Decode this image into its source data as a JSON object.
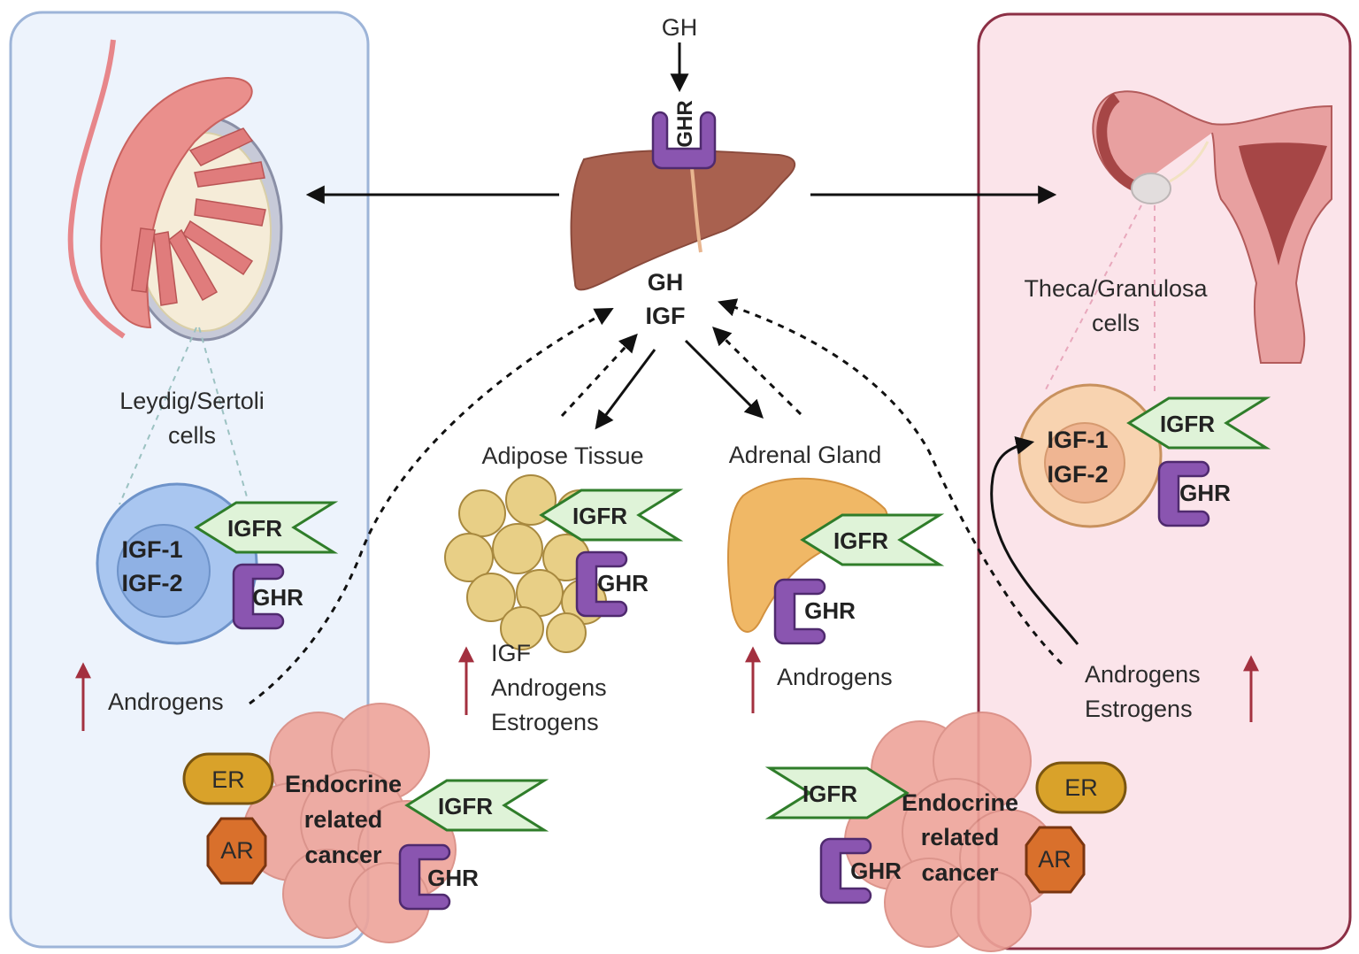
{
  "diagram": {
    "top_input": "GH",
    "liver": {
      "receptor": "GHR",
      "outputs": [
        "GH",
        "IGF"
      ]
    },
    "male_panel": {
      "organ": "testis",
      "cell_label_line1": "Leydig/Sertoli",
      "cell_label_line2": "cells",
      "cell_factors": [
        "IGF-1",
        "IGF-2"
      ],
      "receptors": [
        "IGFR",
        "GHR"
      ],
      "increase_label": "Androgens",
      "colors": {
        "panel_fill": "#edf3fc",
        "panel_border": "#9db4d8",
        "cell": "#a9c6f0",
        "nucleus": "#8fb1e4"
      }
    },
    "female_panel": {
      "organ": "uterus-ovary",
      "cell_label_line1": "Theca/Granulosa",
      "cell_label_line2": "cells",
      "cell_factors": [
        "IGF-1",
        "IGF-2"
      ],
      "receptors": [
        "IGFR",
        "GHR"
      ],
      "increase_labels": [
        "Androgens",
        "Estrogens"
      ],
      "colors": {
        "panel_fill": "#fbe4ea",
        "panel_border": "#8c2f45",
        "cell": "#f8d3b0",
        "nucleus": "#efb592"
      }
    },
    "adipose": {
      "title": "Adipose Tissue",
      "receptors": [
        "IGFR",
        "GHR"
      ],
      "increase_labels": [
        "IGF",
        "Androgens",
        "Estrogens"
      ]
    },
    "adrenal": {
      "title": "Adrenal Gland",
      "receptors": [
        "IGFR",
        "GHR"
      ],
      "increase_labels": [
        "Androgens"
      ]
    },
    "cancer_left": {
      "label_lines": [
        "Endocrine",
        "related",
        "cancer"
      ],
      "hormone_receptors": [
        "ER",
        "AR"
      ],
      "receptors": [
        "IGFR",
        "GHR"
      ]
    },
    "cancer_right": {
      "label_lines": [
        "Endocrine",
        "related",
        "cancer"
      ],
      "hormone_receptors": [
        "ER",
        "AR"
      ],
      "receptors": [
        "IGFR",
        "GHR"
      ]
    },
    "colors": {
      "ghr": "#8a55b0",
      "ghr_border": "#4f2a6e",
      "igfr": "#dff3d8",
      "igfr_border": "#2f7d2a",
      "increase_arrow": "#a3303f",
      "er": "#d9a22a",
      "ar": "#d9702c",
      "liver": "#a9614f",
      "tumor": "#eea49a"
    }
  }
}
